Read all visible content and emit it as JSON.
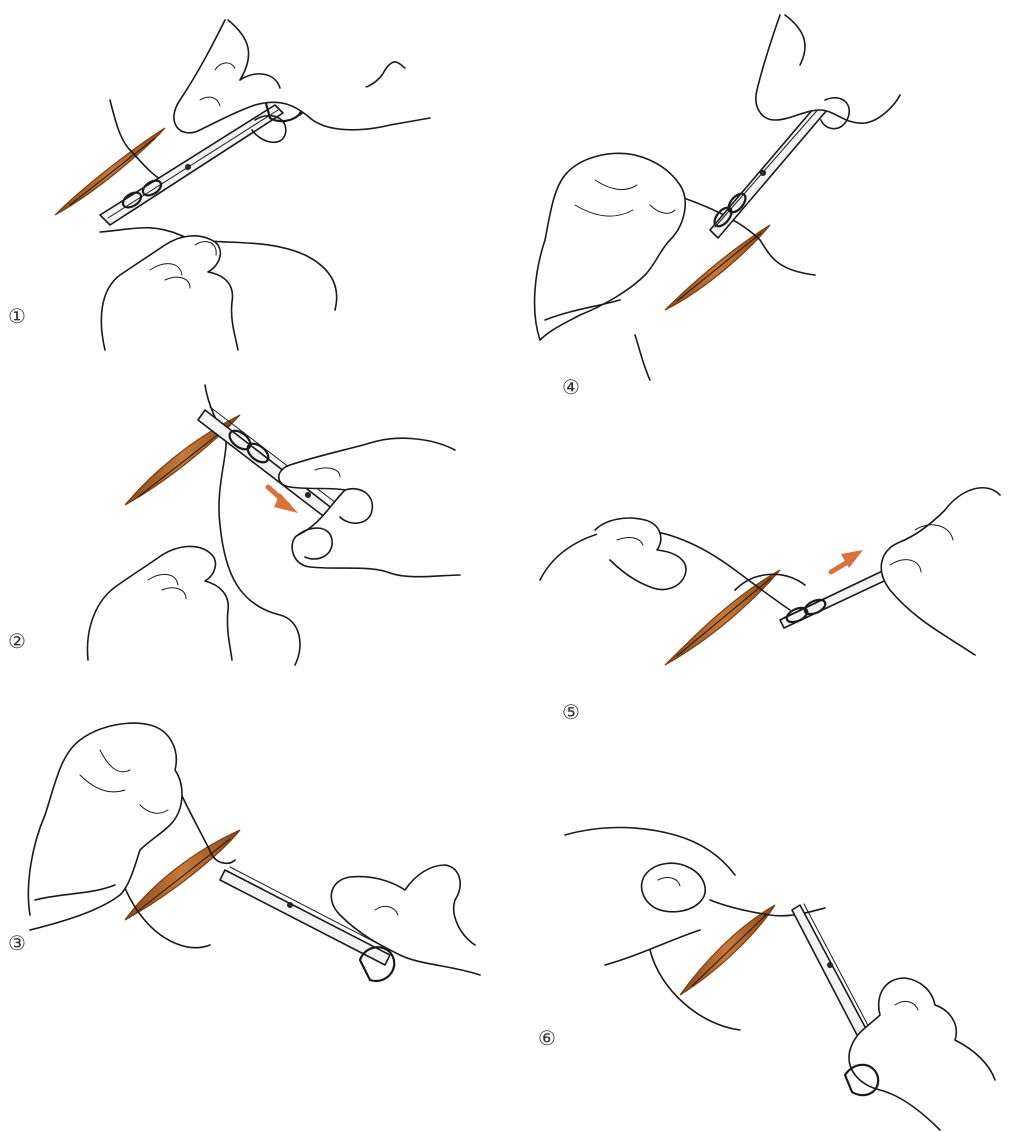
{
  "figure": {
    "steps": [
      {
        "number": "①"
      },
      {
        "number": "②"
      },
      {
        "number": "③"
      },
      {
        "number": "④"
      },
      {
        "number": "⑤"
      },
      {
        "number": "⑥"
      }
    ]
  },
  "colors": {
    "wound": "#b8652a",
    "wound_dark": "#7a3e14",
    "arrow": "#d8743a",
    "line": "#1a1a1a"
  },
  "icons": {
    "instrument": "needle-holder-icon",
    "hand": "gloved-hand-icon",
    "arrow": "direction-arrow-icon"
  }
}
